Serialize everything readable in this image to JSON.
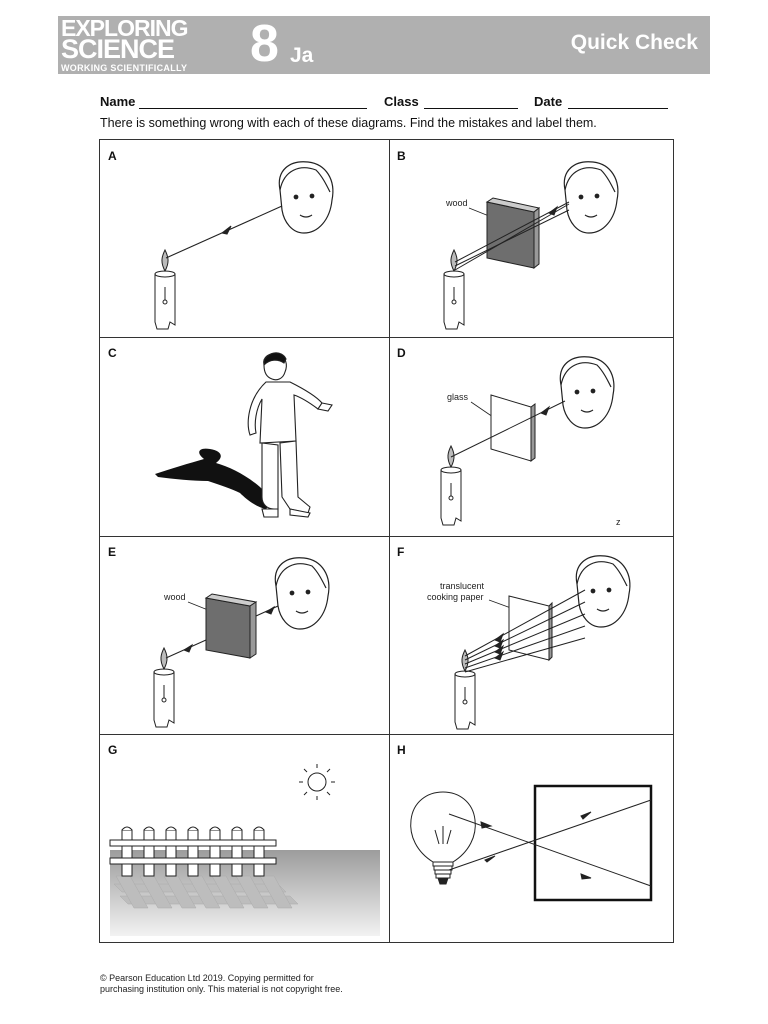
{
  "header": {
    "brand_line1": "EXPLORING",
    "brand_line2": "SCIENCE",
    "brand_line3": "WORKING SCIENTIFICALLY",
    "unit_number": "8",
    "unit_sub": "Ja",
    "sheet_type": "Quick Check"
  },
  "fields": {
    "name_label": "Name",
    "class_label": "Class",
    "date_label": "Date"
  },
  "instructions": "There is something wrong with each of these diagrams. Find the mistakes and label them.",
  "cells": [
    {
      "letter": "A"
    },
    {
      "letter": "B",
      "label": "wood"
    },
    {
      "letter": "C"
    },
    {
      "letter": "D",
      "label": "glass",
      "stray_mark": "z"
    },
    {
      "letter": "E",
      "label": "wood"
    },
    {
      "letter": "F",
      "label_line1": "translucent",
      "label_line2": "cooking paper"
    },
    {
      "letter": "G"
    },
    {
      "letter": "H"
    }
  ],
  "footer": {
    "line1": "© Pearson Education Ltd 2019. Copying permitted for",
    "line2": "purchasing institution only. This material is not copyright free."
  },
  "colors": {
    "header_bg": "#b0b0b0",
    "header_text": "#ffffff",
    "ink": "#111111"
  }
}
